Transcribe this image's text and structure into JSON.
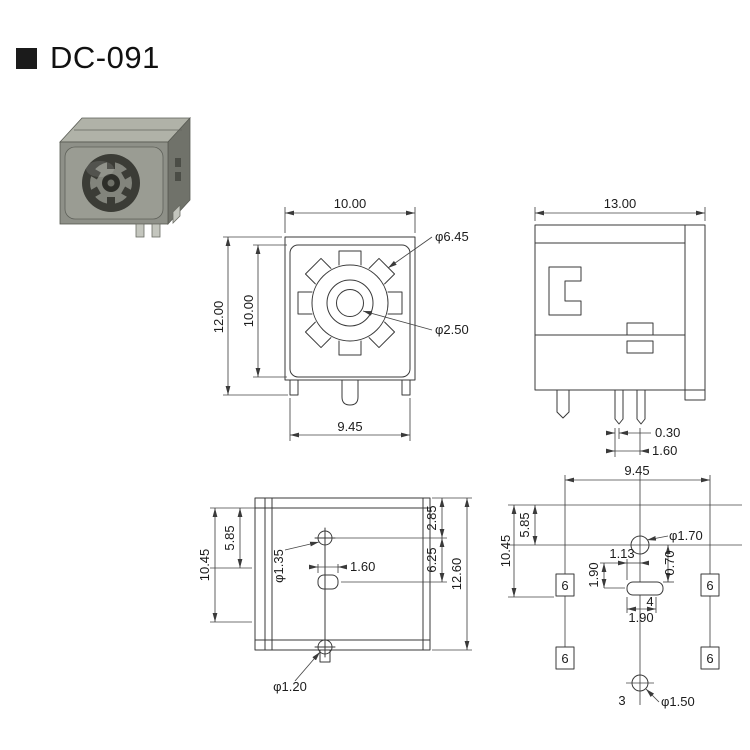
{
  "page": {
    "title": "DC-091"
  },
  "views": {
    "front": {
      "width": "10.00",
      "height_overall": "12.00",
      "height_inner": "10.00",
      "width_bottom": "9.45",
      "ring_dia": "φ6.45",
      "pin_dia": "φ2.50"
    },
    "side": {
      "width": "13.00",
      "pin_offset": "0.30",
      "pin_span": "1.60"
    },
    "top": {
      "offset_inner": "5.85",
      "offset_outer": "10.45",
      "hole_top_dia": "φ1.35",
      "slot_width": "1.60",
      "right_upper": "2.85",
      "right_mid": "6.25",
      "height_overall": "12.60",
      "hole_bottom_dia": "φ1.20"
    },
    "footprint": {
      "pad_span": "9.45",
      "offset_inner": "5.85",
      "offset_outer": "10.45",
      "hole_center_dia": "φ1.70",
      "dim_1_13": "1.13",
      "dim_1_90_v": "1.90",
      "dim_0_70": "0.70",
      "dim_4": "4",
      "dim_1_90_h": "1.90",
      "pad_label": "6",
      "dim_3": "3",
      "hole_bottom_dia": "φ1.50"
    }
  }
}
